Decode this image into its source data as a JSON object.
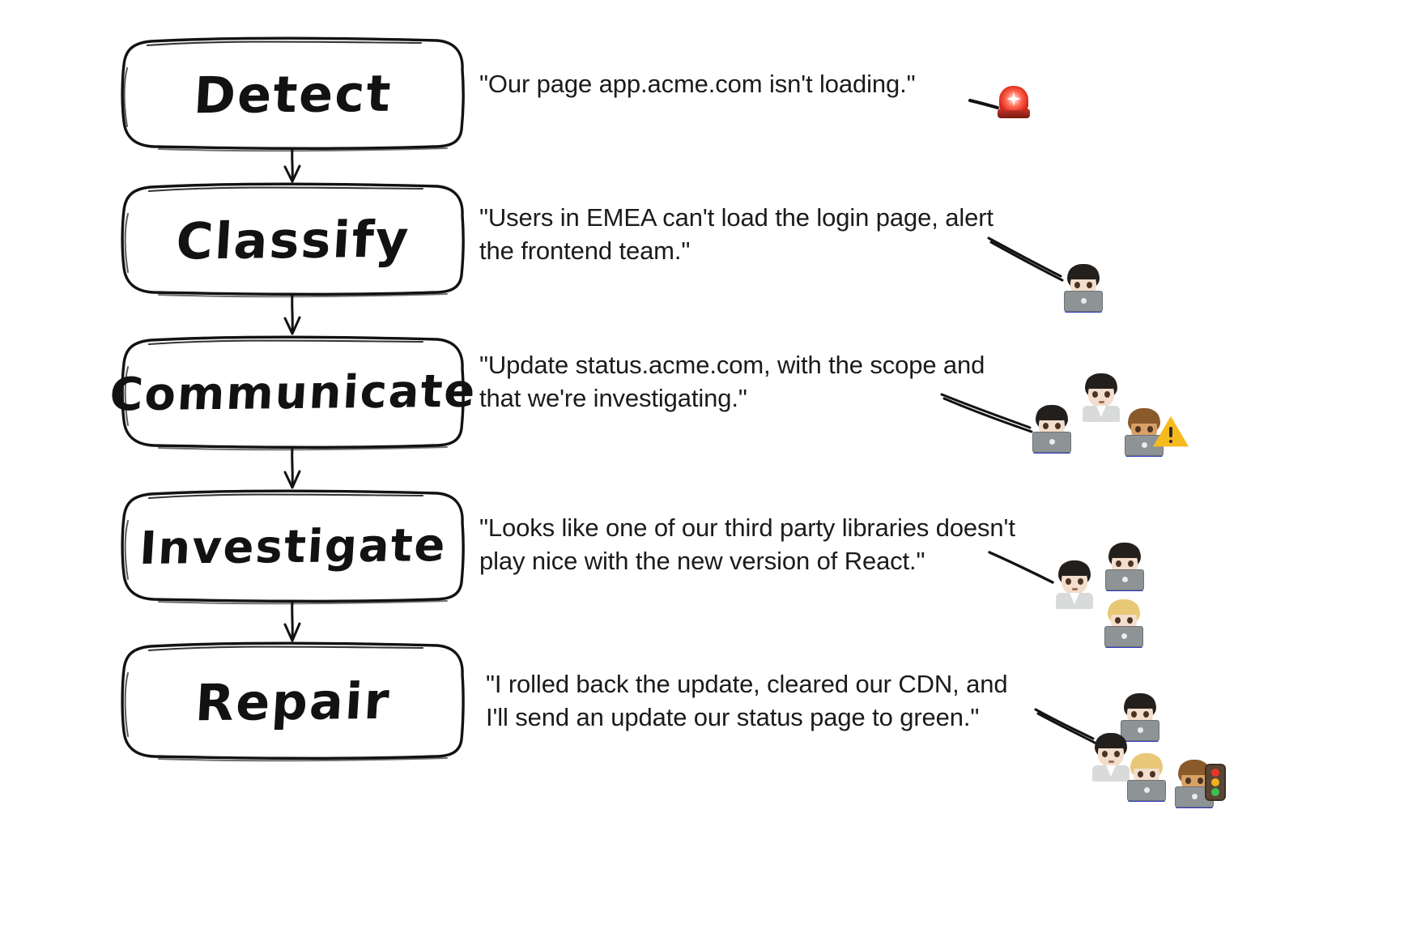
{
  "diagram": {
    "title": "Incident response lifecycle flowchart",
    "background_color": "#ffffff",
    "stroke_color": "#121212",
    "text_color": "#1b1b1b",
    "stages": [
      {
        "id": "detect",
        "label": "Detect",
        "quote": "\"Our page app.acme.com isn't loading.\"",
        "participants": [
          "siren"
        ],
        "participant_names": [
          "police-car-light-emoji"
        ]
      },
      {
        "id": "classify",
        "label": "Classify",
        "quote": "\"Users in EMEA can't load the login page, alert\nthe frontend team.\"",
        "participants": [
          "woman-technologist"
        ],
        "participant_names": [
          "woman-technologist-emoji"
        ]
      },
      {
        "id": "communicate",
        "label": "Communicate",
        "quote": "\"Update status.acme.com, with the scope and\nthat we're investigating.\"",
        "participants": [
          "woman-technologist",
          "office-worker",
          "man-technologist",
          "warning"
        ],
        "participant_names": [
          "woman-technologist-emoji",
          "office-worker-emoji",
          "man-technologist-emoji",
          "warning-sign-emoji"
        ]
      },
      {
        "id": "investigate",
        "label": "Investigate",
        "quote": "\"Looks like one of our third party libraries doesn't\nplay nice with the new version of React.\"",
        "participants": [
          "office-worker",
          "woman-technologist",
          "blonde-technologist"
        ],
        "participant_names": [
          "office-worker-emoji",
          "woman-technologist-emoji",
          "blonde-woman-technologist-emoji"
        ]
      },
      {
        "id": "repair",
        "label": "Repair",
        "quote": "\"I rolled back the update, cleared our CDN, and\nI'll send an update our status page to green.\"",
        "participants": [
          "woman-technologist",
          "office-worker",
          "blonde-technologist",
          "man-technologist",
          "traffic-light"
        ],
        "participant_names": [
          "woman-technologist-emoji",
          "office-worker-emoji",
          "blonde-woman-technologist-emoji",
          "man-technologist-emoji",
          "vertical-traffic-light-emoji"
        ]
      }
    ],
    "connectors": [
      {
        "from": "detect",
        "to": "classify"
      },
      {
        "from": "classify",
        "to": "communicate"
      },
      {
        "from": "communicate",
        "to": "investigate"
      },
      {
        "from": "investigate",
        "to": "repair"
      }
    ]
  }
}
